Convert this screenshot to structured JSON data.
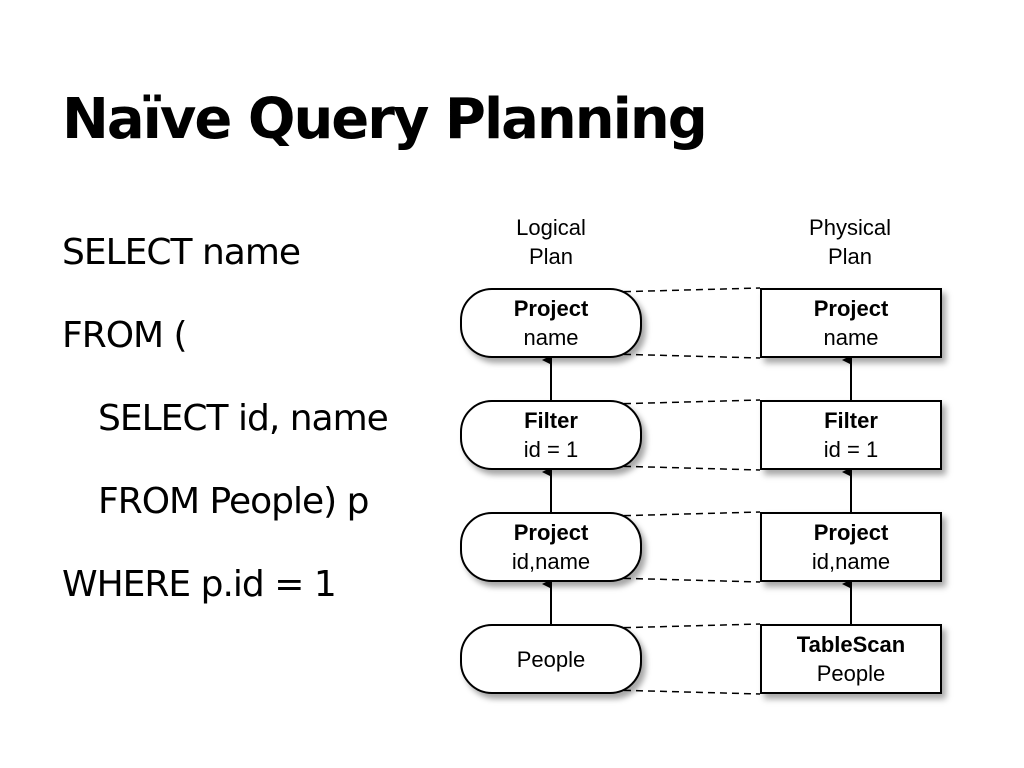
{
  "title": "Naïve Query Planning",
  "sql": [
    {
      "text": "SELECT name"
    },
    {
      "text": "FROM ("
    },
    {
      "text": "SELECT id, name"
    },
    {
      "text": "FROM People) p"
    },
    {
      "text": "WHERE p.id = 1"
    }
  ],
  "diagram": {
    "logical_header": [
      "Logical",
      "Plan"
    ],
    "physical_header": [
      "Physical",
      "Plan"
    ],
    "logical_nodes": [
      {
        "op": "Project",
        "arg": "name"
      },
      {
        "op": "Filter",
        "arg": "id = 1"
      },
      {
        "op": "Project",
        "arg": "id,name"
      },
      {
        "op": "",
        "arg": "People"
      }
    ],
    "physical_nodes": [
      {
        "op": "Project",
        "arg": "name"
      },
      {
        "op": "Filter",
        "arg": "id = 1"
      },
      {
        "op": "Project",
        "arg": "id,name"
      },
      {
        "op": "TableScan",
        "arg": "People"
      }
    ]
  }
}
